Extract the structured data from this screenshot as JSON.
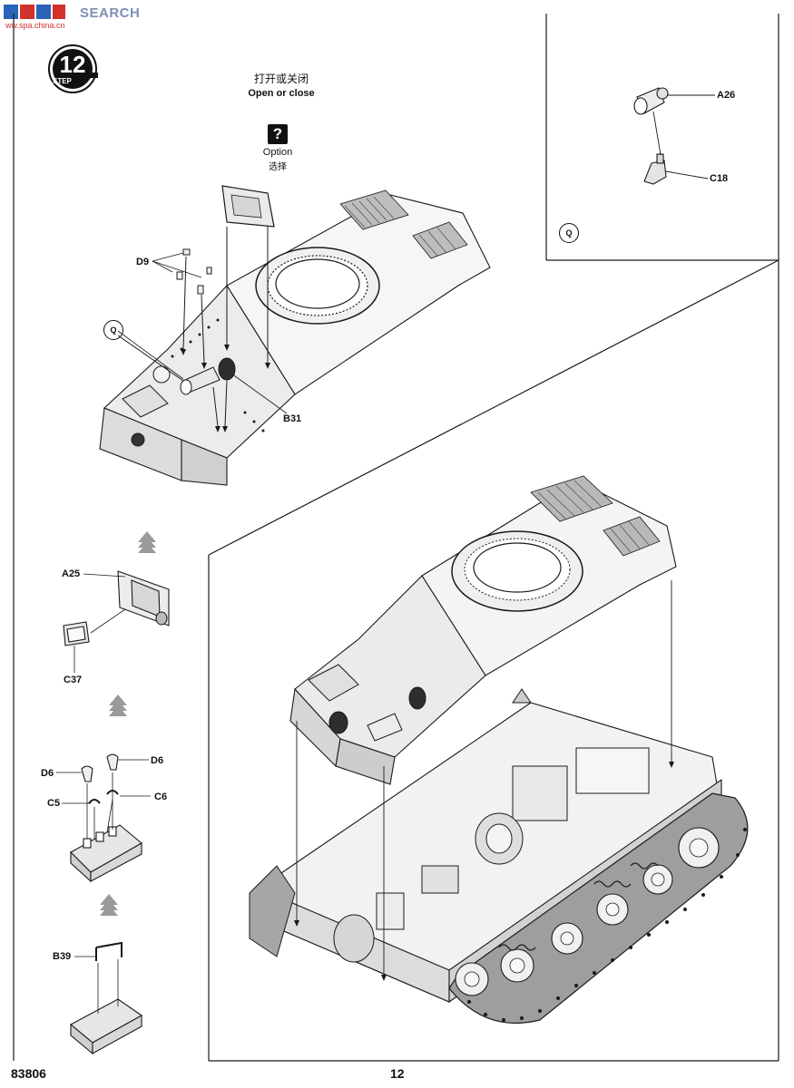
{
  "watermark": {
    "brand": "SEARCH",
    "site": "ww.spa.china.cn"
  },
  "step": {
    "number": "12",
    "word": "STEP"
  },
  "open_close": {
    "zh": "打开或关闭",
    "en": "Open or close"
  },
  "option": {
    "mark": "?",
    "en": "Option",
    "zh": "选择"
  },
  "parts": {
    "d9": "D9",
    "q": "Q",
    "b31": "B31",
    "a26": "A26",
    "c18": "C18",
    "q_inset": "Q",
    "a25": "A25",
    "c37": "C37",
    "d6_left": "D6",
    "d6_right": "D6",
    "c5": "C5",
    "c6": "C6",
    "b39": "B39"
  },
  "footer": {
    "code": "83806",
    "page": "12"
  },
  "colors": {
    "line": "#1a1a1a",
    "paper": "#ffffff",
    "hull": "#e6e6e6",
    "dark": "#333333"
  }
}
